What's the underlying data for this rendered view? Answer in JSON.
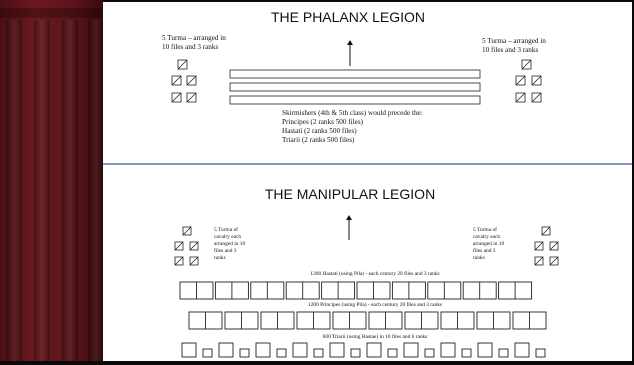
{
  "phalanx": {
    "title": "THE PHALANX LEGION",
    "left_note": "5 Turma – arranged in\n10 files and 3 ranks",
    "right_note": "5 Turma – arranged in\n10 files and 3 ranks",
    "skirmishers": "Skirmishers (4th & 5th class) would precede the:",
    "line1": "Principes (2 ranks 500 files)",
    "line2": "Hastati (2 ranks 500 files)",
    "line3": "Triarii (2 ranks 500 files)"
  },
  "manipular": {
    "title": "THE MANIPULAR LEGION",
    "left_note": "5 Turma of\ncavalry each\narranged in 10\nfiles and 3\nranks",
    "right_note": "5 Turma of\ncavalry each\narranged in 10\nfiles and 3\nranks",
    "hastati_label": "1200 Hastati (using Pila) - each century 20 files and 3 ranks",
    "principes_label": "1200 Principes (using Pila) - each century 20 files and 3 ranks",
    "triarii_label": "600 Triarii (using Hastae) in 10 files and 6 ranks"
  },
  "colors": {
    "divider": "#7f99c4",
    "photo": "#6b1a20",
    "ink": "#111111"
  }
}
